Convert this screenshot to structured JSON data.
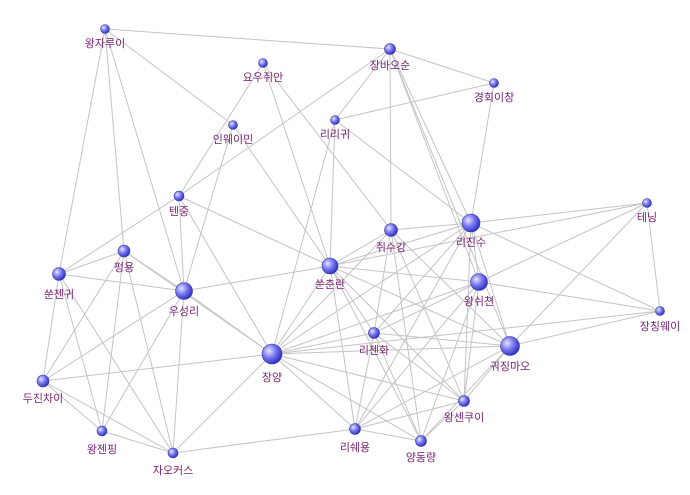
{
  "nodes": [
    {
      "id": "wangzirui",
      "label": "왕자루이"
    },
    {
      "id": "zhangbaoshun",
      "label": "장바오순"
    },
    {
      "id": "yaoshiyan",
      "label": "요우쥐안"
    },
    {
      "id": "jinghuichang",
      "label": "경회이창"
    },
    {
      "id": "liligui",
      "label": "리리귀"
    },
    {
      "id": "yinweimin",
      "label": "인웨이민"
    },
    {
      "id": "tianzhong",
      "label": "텐중"
    },
    {
      "id": "lijinsu",
      "label": "리진수"
    },
    {
      "id": "teneng",
      "label": "테닝"
    },
    {
      "id": "qusugang",
      "label": "쥐수강"
    },
    {
      "id": "pingyong",
      "label": "펑용"
    },
    {
      "id": "sunzhengui",
      "label": "쑨젠귀"
    },
    {
      "id": "sunchunlan",
      "label": "쑨춘란"
    },
    {
      "id": "wangshuixian",
      "label": "왕쉬쳔"
    },
    {
      "id": "wuxingli",
      "label": "우성리"
    },
    {
      "id": "zhangqingwei",
      "label": "장칭웨이"
    },
    {
      "id": "lizhenhua",
      "label": "리젠화"
    },
    {
      "id": "guojingmao",
      "label": "궈징마오"
    },
    {
      "id": "jiangyang",
      "label": "장양"
    },
    {
      "id": "dujinchai",
      "label": "두진차이"
    },
    {
      "id": "wangsenkui",
      "label": "왕센쿠이"
    },
    {
      "id": "lishiyong",
      "label": "리쉐용"
    },
    {
      "id": "wangzhenping",
      "label": "왕젠핑"
    },
    {
      "id": "yangdongliang",
      "label": "양동량"
    },
    {
      "id": "zhaokeshi",
      "label": "자오커스"
    }
  ],
  "edges": [
    [
      "wangzirui",
      "zhangbaoshun"
    ],
    [
      "wangzirui",
      "sunzhengui"
    ],
    [
      "wangzirui",
      "pingyong"
    ],
    [
      "wangzirui",
      "yinweimin"
    ],
    [
      "wangzirui",
      "wuxingli"
    ],
    [
      "zhangbaoshun",
      "liligui"
    ],
    [
      "zhangbaoshun",
      "jinghuichang"
    ],
    [
      "zhangbaoshun",
      "qusugang"
    ],
    [
      "zhangbaoshun",
      "lijinsu"
    ],
    [
      "zhangbaoshun",
      "wangshuixian"
    ],
    [
      "zhangbaoshun",
      "guojingmao"
    ],
    [
      "zhangbaoshun",
      "tianzhong"
    ],
    [
      "yaoshiyan",
      "tianzhong"
    ],
    [
      "yaoshiyan",
      "sunchunlan"
    ],
    [
      "yaoshiyan",
      "qusugang"
    ],
    [
      "jinghuichang",
      "liligui"
    ],
    [
      "jinghuichang",
      "lijinsu"
    ],
    [
      "liligui",
      "sunchunlan"
    ],
    [
      "liligui",
      "jiangyang"
    ],
    [
      "liligui",
      "lijinsu"
    ],
    [
      "yinweimin",
      "sunchunlan"
    ],
    [
      "yinweimin",
      "wuxingli"
    ],
    [
      "tianzhong",
      "sunzhengui"
    ],
    [
      "tianzhong",
      "jiangyang"
    ],
    [
      "tianzhong",
      "sunchunlan"
    ],
    [
      "tianzhong",
      "wuxingli"
    ],
    [
      "lijinsu",
      "teneng"
    ],
    [
      "lijinsu",
      "qusugang"
    ],
    [
      "lijinsu",
      "sunchunlan"
    ],
    [
      "lijinsu",
      "jiangyang"
    ],
    [
      "lijinsu",
      "wangshuixian"
    ],
    [
      "lijinsu",
      "guojingmao"
    ],
    [
      "lijinsu",
      "lizhenhua"
    ],
    [
      "lijinsu",
      "lishiyong"
    ],
    [
      "lijinsu",
      "wangsenkui"
    ],
    [
      "lijinsu",
      "zhangqingwei"
    ],
    [
      "teneng",
      "zhangqingwei"
    ],
    [
      "teneng",
      "wangshuixian"
    ],
    [
      "teneng",
      "guojingmao"
    ],
    [
      "teneng",
      "sunchunlan"
    ],
    [
      "qusugang",
      "sunchunlan"
    ],
    [
      "qusugang",
      "jiangyang"
    ],
    [
      "qusugang",
      "lizhenhua"
    ],
    [
      "qusugang",
      "guojingmao"
    ],
    [
      "qusugang",
      "yangdongliang"
    ],
    [
      "qusugang",
      "wangsenkui"
    ],
    [
      "pingyong",
      "wuxingli"
    ],
    [
      "pingyong",
      "sunzhengui"
    ],
    [
      "pingyong",
      "zhaokeshi"
    ],
    [
      "pingyong",
      "dujinchai"
    ],
    [
      "pingyong",
      "jiangyang"
    ],
    [
      "pingyong",
      "wangzhenping"
    ],
    [
      "sunzhengui",
      "wuxingli"
    ],
    [
      "sunzhengui",
      "dujinchai"
    ],
    [
      "sunzhengui",
      "wangzhenping"
    ],
    [
      "sunzhengui",
      "zhaokeshi"
    ],
    [
      "sunchunlan",
      "wuxingli"
    ],
    [
      "sunchunlan",
      "jiangyang"
    ],
    [
      "sunchunlan",
      "wangshuixian"
    ],
    [
      "sunchunlan",
      "lizhenhua"
    ],
    [
      "sunchunlan",
      "guojingmao"
    ],
    [
      "sunchunlan",
      "wangsenkui"
    ],
    [
      "sunchunlan",
      "lishiyong"
    ],
    [
      "sunchunlan",
      "yangdongliang"
    ],
    [
      "wangshuixian",
      "zhangqingwei"
    ],
    [
      "wangshuixian",
      "jiangyang"
    ],
    [
      "wangshuixian",
      "lishiyong"
    ],
    [
      "wangshuixian",
      "wangsenkui"
    ],
    [
      "wangshuixian",
      "yangdongliang"
    ],
    [
      "wangshuixian",
      "lizhenhua"
    ],
    [
      "wuxingli",
      "jiangyang"
    ],
    [
      "wuxingli",
      "zhaokeshi"
    ],
    [
      "wuxingli",
      "dujinchai"
    ],
    [
      "wuxingli",
      "wangzhenping"
    ],
    [
      "zhangqingwei",
      "guojingmao"
    ],
    [
      "zhangqingwei",
      "jiangyang"
    ],
    [
      "lizhenhua",
      "jiangyang"
    ],
    [
      "lizhenhua",
      "guojingmao"
    ],
    [
      "lizhenhua",
      "lishiyong"
    ],
    [
      "lizhenhua",
      "yangdongliang"
    ],
    [
      "lizhenhua",
      "wangsenkui"
    ],
    [
      "guojingmao",
      "jiangyang"
    ],
    [
      "guojingmao",
      "wangsenkui"
    ],
    [
      "guojingmao",
      "lishiyong"
    ],
    [
      "guojingmao",
      "yangdongliang"
    ],
    [
      "jiangyang",
      "dujinchai"
    ],
    [
      "jiangyang",
      "lishiyong"
    ],
    [
      "jiangyang",
      "zhaokeshi"
    ],
    [
      "jiangyang",
      "yangdongliang"
    ],
    [
      "jiangyang",
      "wangsenkui"
    ],
    [
      "dujinchai",
      "wangzhenping"
    ],
    [
      "dujinchai",
      "zhaokeshi"
    ],
    [
      "wangsenkui",
      "lishiyong"
    ],
    [
      "wangsenkui",
      "yangdongliang"
    ],
    [
      "lishiyong",
      "zhaokeshi"
    ],
    [
      "lishiyong",
      "yangdongliang"
    ],
    [
      "wangzhenping",
      "zhaokeshi"
    ]
  ],
  "colors": {
    "edge": "#c4c4c4",
    "label": "#7a1f73",
    "node_light": "#e6e6ff",
    "node_mid": "#7f7ff2",
    "node_dark": "#2a2ac2"
  }
}
